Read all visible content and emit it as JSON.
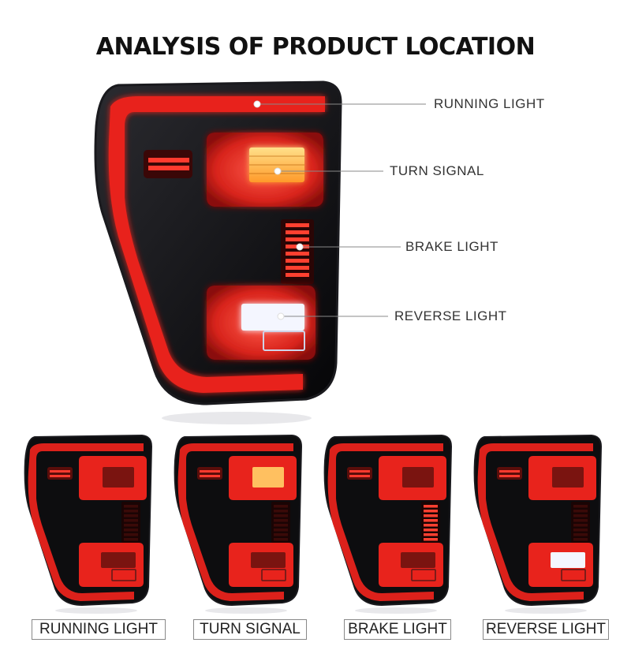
{
  "title": "ANALYSIS OF PRODUCT LOCATION",
  "callouts": [
    {
      "label": "RUNNING LIGHT"
    },
    {
      "label": "TURN SIGNAL"
    },
    {
      "label": "BRAKE LIGHT"
    },
    {
      "label": "REVERSE LIGHT"
    }
  ],
  "thumbnails": [
    {
      "caption": "RUNNING LIGHT",
      "active": "running"
    },
    {
      "caption": "TURN SIGNAL",
      "active": "turn"
    },
    {
      "caption": "BRAKE LIGHT",
      "active": "brake"
    },
    {
      "caption": "REVERSE LIGHT",
      "active": "reverse"
    }
  ],
  "colors": {
    "housing": "#0d0d0f",
    "red_glow": "#e8231c",
    "amber": "#ffb347",
    "white_led": "#f4f6ff",
    "label_text": "#333333"
  }
}
